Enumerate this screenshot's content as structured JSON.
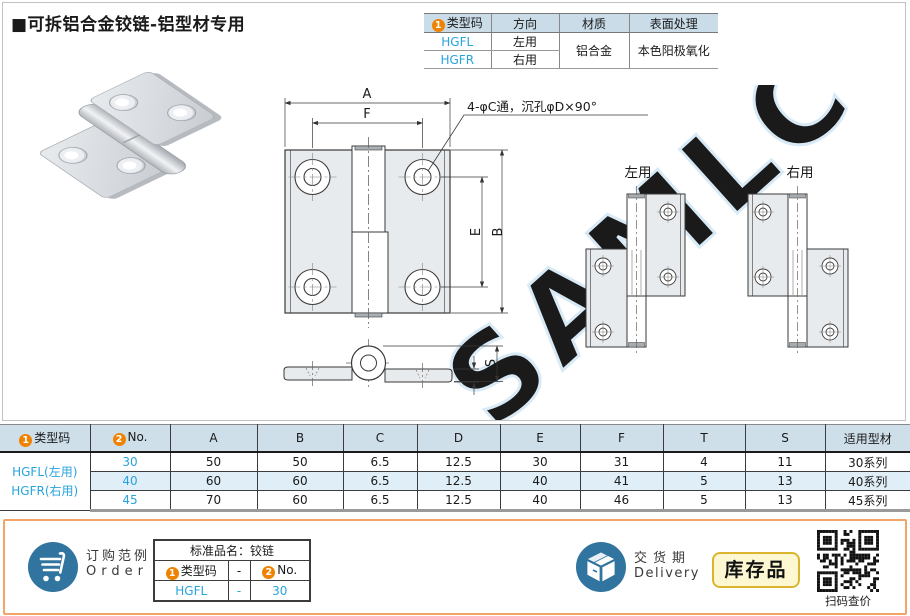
{
  "page": {
    "title": "■可拆铝合金铰链-铝型材专用",
    "watermark": "SAMLC"
  },
  "spec_table": {
    "badge1": "1",
    "headers": [
      "类型码",
      "方向",
      "材质",
      "表面处理"
    ],
    "rows": [
      {
        "code": "HGFL",
        "dir": "左用"
      },
      {
        "code": "HGFR",
        "dir": "右用"
      }
    ],
    "material": "铝合金",
    "surface": "本色阳极氧化"
  },
  "drawing": {
    "dim_a": "A",
    "dim_f": "F",
    "dim_e": "E",
    "dim_b": "B",
    "dim_s": "S",
    "dim_t": "T",
    "annotation": "4-φC通，沉孔φD×90°",
    "left_label": "左用",
    "right_label": "右用"
  },
  "main_table": {
    "type_badge": "1",
    "type_label": "类型码",
    "no_badge": "2",
    "no_label": "No.",
    "dim_headers": [
      "A",
      "B",
      "C",
      "D",
      "E",
      "F",
      "T",
      "S"
    ],
    "series_header": "适用型材",
    "type_lines": [
      "HGFL(左用)",
      "HGFR(右用)"
    ],
    "rows": [
      {
        "no": "30",
        "A": "50",
        "B": "50",
        "C": "6.5",
        "D": "12.5",
        "E": "30",
        "F": "31",
        "T": "4",
        "S": "11",
        "series": "30系列"
      },
      {
        "no": "40",
        "A": "60",
        "B": "60",
        "C": "6.5",
        "D": "12.5",
        "E": "40",
        "F": "41",
        "T": "5",
        "S": "13",
        "series": "40系列"
      },
      {
        "no": "45",
        "A": "70",
        "B": "60",
        "C": "6.5",
        "D": "12.5",
        "E": "40",
        "F": "46",
        "T": "5",
        "S": "13",
        "series": "45系列"
      }
    ]
  },
  "order": {
    "label_cn": "订购范例",
    "label_en": "Order",
    "mini": {
      "title": "标准品名：铰链",
      "badge1": "1",
      "col1": "类型码",
      "dash1": "-",
      "badge2": "2",
      "col2": "No.",
      "val_code": "HGFL",
      "dash2": "-",
      "val_no": "30"
    },
    "delivery_cn": "交货期",
    "delivery_en": "Delivery",
    "stock_badge": "库存品",
    "qr_label": "扫码查价"
  },
  "colors": {
    "accent_orange": "#ef8200",
    "code_cyan": "#29a3dc",
    "table_header_bg": "#cfdfe9",
    "alt_row_bg": "#dfeef7",
    "order_border": "#f2a469",
    "icon_blue": "#30749f",
    "stock_bg": "#fdf8d2",
    "stock_border": "#dcb52f",
    "watermark_blue": "#d9eaf7"
  }
}
